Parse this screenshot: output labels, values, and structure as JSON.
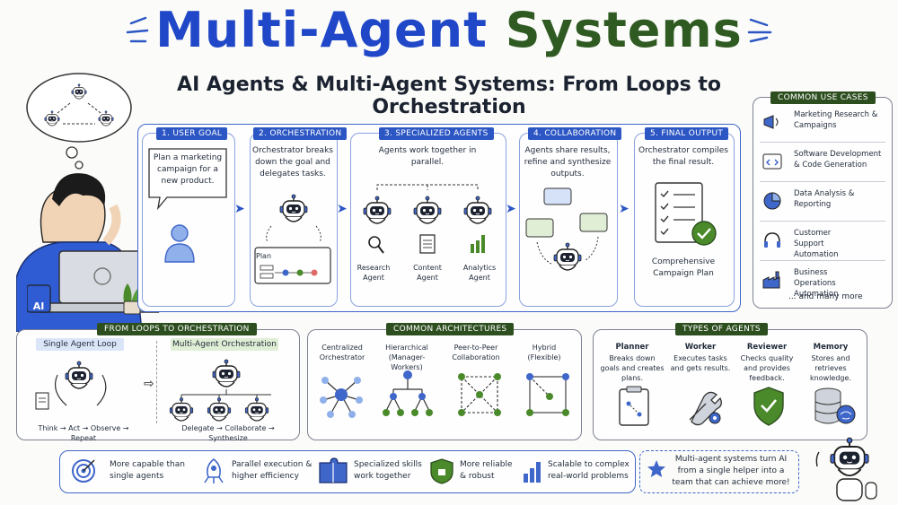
{
  "title": {
    "part1": "Multi-Agent",
    "part2": "Systems"
  },
  "subtitle": "AI Agents & Multi-Agent Systems: From Loops to Orchestration",
  "laptop_badge": "AI",
  "stages": [
    {
      "label": "1. USER GOAL",
      "text": "Plan a marketing campaign for a new product."
    },
    {
      "label": "2. ORCHESTRATION",
      "text": "Orchestrator breaks down the goal and delegates tasks.",
      "plan_label": "Plan"
    },
    {
      "label": "3. SPECIALIZED AGENTS",
      "text": "Agents work together in parallel.",
      "agents": [
        "Research Agent",
        "Content Agent",
        "Analytics Agent"
      ]
    },
    {
      "label": "4. COLLABORATION",
      "text": "Agents share results, refine and synthesize outputs."
    },
    {
      "label": "5. FINAL OUTPUT",
      "text": "Orchestrator compiles the final result.",
      "result": "Comprehensive Campaign Plan"
    }
  ],
  "use_cases": {
    "label": "COMMON USE CASES",
    "items": [
      {
        "text": "Marketing Research & Campaigns",
        "icon": "megaphone-icon"
      },
      {
        "text": "Software Development & Code Generation",
        "icon": "code-icon"
      },
      {
        "text": "Data Analysis & Reporting",
        "icon": "pie-chart-icon"
      },
      {
        "text": "Customer Support Automation",
        "icon": "headset-icon"
      },
      {
        "text": "Business Operations Automation",
        "icon": "factory-icon"
      }
    ],
    "more": "... and many more"
  },
  "loops": {
    "label": "FROM LOOPS TO ORCHESTRATION",
    "single": "Single Agent Loop",
    "single_caption": "Think → Act → Observe → Repeat",
    "multi": "Multi-Agent Orchestration",
    "multi_caption": "Delegate → Collaborate → Synthesize"
  },
  "architectures": {
    "label": "COMMON ARCHITECTURES",
    "items": [
      "Centralized Orchestrator",
      "Hierarchical (Manager-Workers)",
      "Peer-to-Peer Collaboration",
      "Hybrid (Flexible)"
    ]
  },
  "types": {
    "label": "TYPES OF AGENTS",
    "items": [
      {
        "name": "Planner",
        "desc": "Breaks down goals and creates plans.",
        "icon": "clipboard-icon"
      },
      {
        "name": "Worker",
        "desc": "Executes tasks and gets results.",
        "icon": "wrench-gear-icon"
      },
      {
        "name": "Reviewer",
        "desc": "Checks quality and provides feedback.",
        "icon": "shield-check-icon"
      },
      {
        "name": "Memory",
        "desc": "Stores and retrieves knowledge.",
        "icon": "database-brain-icon"
      }
    ]
  },
  "benefits": [
    {
      "text": "More capable than single agents",
      "icon": "target-icon"
    },
    {
      "text": "Parallel execution & higher efficiency",
      "icon": "rocket-icon"
    },
    {
      "text": "Specialized skills work together",
      "icon": "puzzle-icon"
    },
    {
      "text": "More reliable & robust",
      "icon": "shield-icon"
    },
    {
      "text": "Scalable to complex real-world problems",
      "icon": "bar-chart-icon"
    }
  ],
  "closing": "Multi-agent systems turn AI from a single helper into a team that can achieve more!"
}
